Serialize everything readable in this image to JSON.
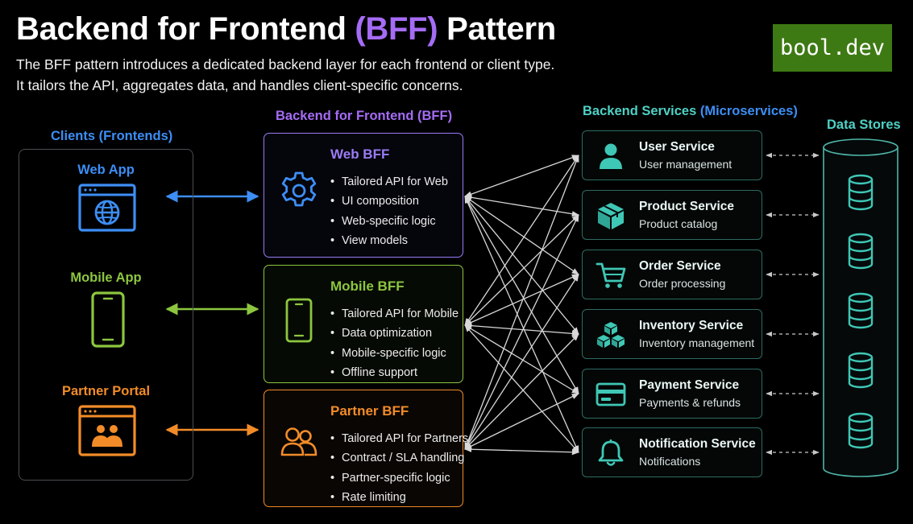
{
  "header": {
    "title_main": "Backend for Frontend ",
    "title_highlight": "(BFF)",
    "title_end": " Pattern",
    "subtitle_line1": "The BFF pattern introduces a dedicated backend layer for each frontend or client type.",
    "subtitle_line2": "It tailors the API, aggregates data, and handles client-specific concerns.",
    "logo_text": "bool.dev"
  },
  "sections": {
    "clients": "Clients (Frontends)",
    "bff": "Backend for Frontend (BFF)",
    "services_main": "Backend Services ",
    "services_highlight": "(Microservices)",
    "data_stores": "Data Stores"
  },
  "clients": [
    {
      "label": "Web App",
      "icon": "browser-globe-icon",
      "color": "#3d8ef5"
    },
    {
      "label": "Mobile App",
      "icon": "smartphone-icon",
      "color": "#8cc63f"
    },
    {
      "label": "Partner Portal",
      "icon": "partner-window-icon",
      "color": "#f28c28"
    }
  ],
  "bffs": [
    {
      "title": "Web BFF",
      "icon": "gear-icon",
      "color": "#9a7cf5",
      "items": [
        "Tailored API for Web",
        "UI composition",
        "Web-specific logic",
        "View models"
      ]
    },
    {
      "title": "Mobile BFF",
      "icon": "smartphone-icon",
      "color": "#8cc63f",
      "items": [
        "Tailored API for Mobile",
        "Data optimization",
        "Mobile-specific logic",
        "Offline support"
      ]
    },
    {
      "title": "Partner BFF",
      "icon": "users-icon",
      "color": "#f28c28",
      "items": [
        "Tailored API for Partners",
        "Contract / SLA handling",
        "Partner-specific logic",
        "Rate limiting"
      ]
    }
  ],
  "services": [
    {
      "name": "User Service",
      "desc": "User management",
      "icon": "user-icon"
    },
    {
      "name": "Product Service",
      "desc": "Product catalog",
      "icon": "package-icon"
    },
    {
      "name": "Order Service",
      "desc": "Order processing",
      "icon": "cart-icon"
    },
    {
      "name": "Inventory Service",
      "desc": "Inventory management",
      "icon": "boxes-icon"
    },
    {
      "name": "Payment Service",
      "desc": "Payments & refunds",
      "icon": "credit-card-icon"
    },
    {
      "name": "Notification Service",
      "desc": "Notifications",
      "icon": "bell-icon"
    }
  ],
  "colors": {
    "web": "#3d8ef5",
    "mobile": "#8cc63f",
    "partner": "#f28c28",
    "bff_accent": "#a56cf5",
    "services_accent": "#4fd1c5",
    "service_border": "#2d6b62",
    "background": "#000000"
  }
}
